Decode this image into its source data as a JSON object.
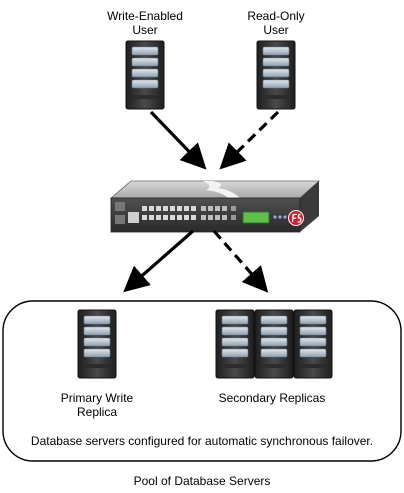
{
  "nodes": {
    "write_user": {
      "line1": "Write-Enabled",
      "line2": "User",
      "icon": "server-tower-icon"
    },
    "read_user": {
      "line1": "Read-Only",
      "line2": "User",
      "icon": "server-tower-icon"
    },
    "load_balancer": {
      "icon": "f5-load-balancer-appliance-icon",
      "brand": "f5"
    },
    "primary": {
      "line1": "Primary Write",
      "line2": "Replica",
      "icon": "server-tower-icon"
    },
    "secondary": {
      "label": "Secondary Replicas",
      "icon": "server-tower-icon",
      "count": 3
    }
  },
  "pool": {
    "note": "Database servers configured for automatic synchronous failover.",
    "caption": "Pool of Database Servers"
  },
  "connections": [
    {
      "from": "write_user",
      "to": "load_balancer",
      "style": "solid"
    },
    {
      "from": "read_user",
      "to": "load_balancer",
      "style": "dashed"
    },
    {
      "from": "load_balancer",
      "to": "primary",
      "style": "solid"
    },
    {
      "from": "load_balancer",
      "to": "secondary",
      "style": "dashed"
    }
  ],
  "colors": {
    "f5_red": "#d5202f",
    "server_dark": "#3a3a3a",
    "bay_blue": "#b9c7d4",
    "display_green": "#5fbf4a"
  }
}
